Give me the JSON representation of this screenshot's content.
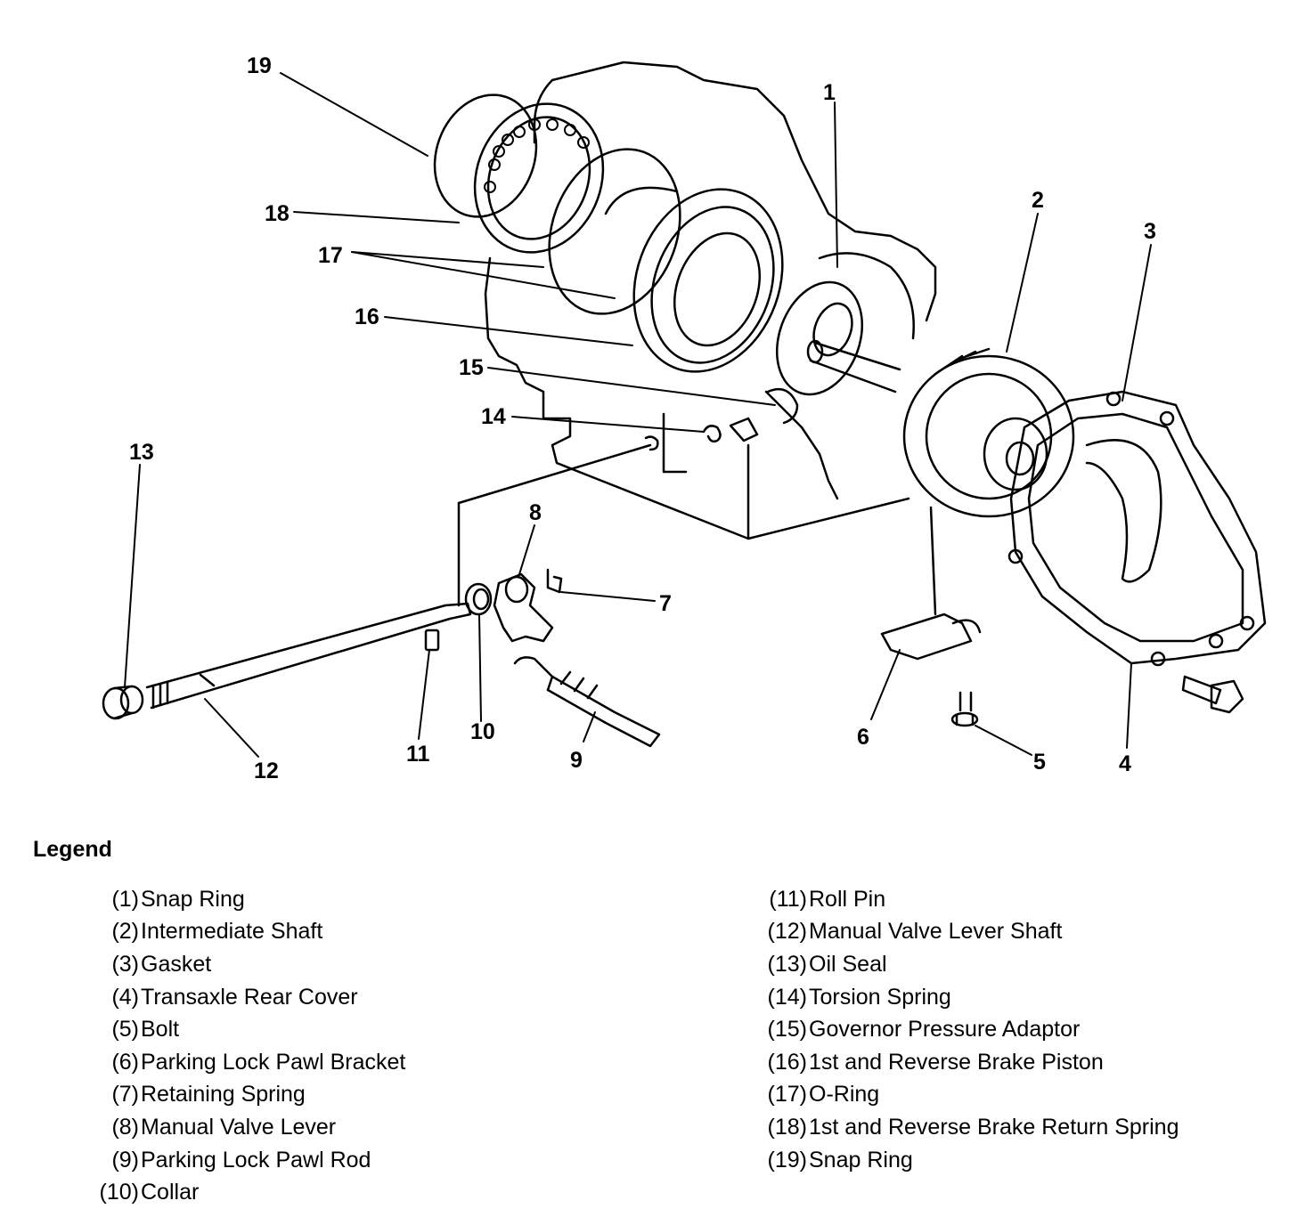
{
  "legend": {
    "title": "Legend",
    "left": [
      {
        "num": "(1)",
        "name": "Snap Ring"
      },
      {
        "num": "(2)",
        "name": "Intermediate Shaft"
      },
      {
        "num": "(3)",
        "name": "Gasket"
      },
      {
        "num": "(4)",
        "name": "Transaxle Rear Cover"
      },
      {
        "num": "(5)",
        "name": "Bolt"
      },
      {
        "num": "(6)",
        "name": "Parking Lock Pawl Bracket"
      },
      {
        "num": "(7)",
        "name": "Retaining Spring"
      },
      {
        "num": "(8)",
        "name": "Manual Valve Lever"
      },
      {
        "num": "(9)",
        "name": "Parking Lock Pawl Rod"
      },
      {
        "num": "(10)",
        "name": "Collar"
      }
    ],
    "right": [
      {
        "num": "(11)",
        "name": "Roll Pin"
      },
      {
        "num": "(12)",
        "name": "Manual Valve Lever Shaft"
      },
      {
        "num": "(13)",
        "name": "Oil Seal"
      },
      {
        "num": "(14)",
        "name": "Torsion Spring"
      },
      {
        "num": "(15)",
        "name": "Governor Pressure Adaptor"
      },
      {
        "num": "(16)",
        "name": "1st and Reverse Brake Piston"
      },
      {
        "num": "(17)",
        "name": "O-Ring"
      },
      {
        "num": "(18)",
        "name": "1st and Reverse Brake Return Spring"
      },
      {
        "num": "(19)",
        "name": "Snap Ring"
      }
    ]
  },
  "callouts": {
    "c1": "1",
    "c2": "2",
    "c3": "3",
    "c4": "4",
    "c5": "5",
    "c6": "6",
    "c7": "7",
    "c8": "8",
    "c9": "9",
    "c10": "10",
    "c11": "11",
    "c12": "12",
    "c13": "13",
    "c14": "14",
    "c15": "15",
    "c16": "16",
    "c17": "17",
    "c18": "18",
    "c19": "19"
  }
}
